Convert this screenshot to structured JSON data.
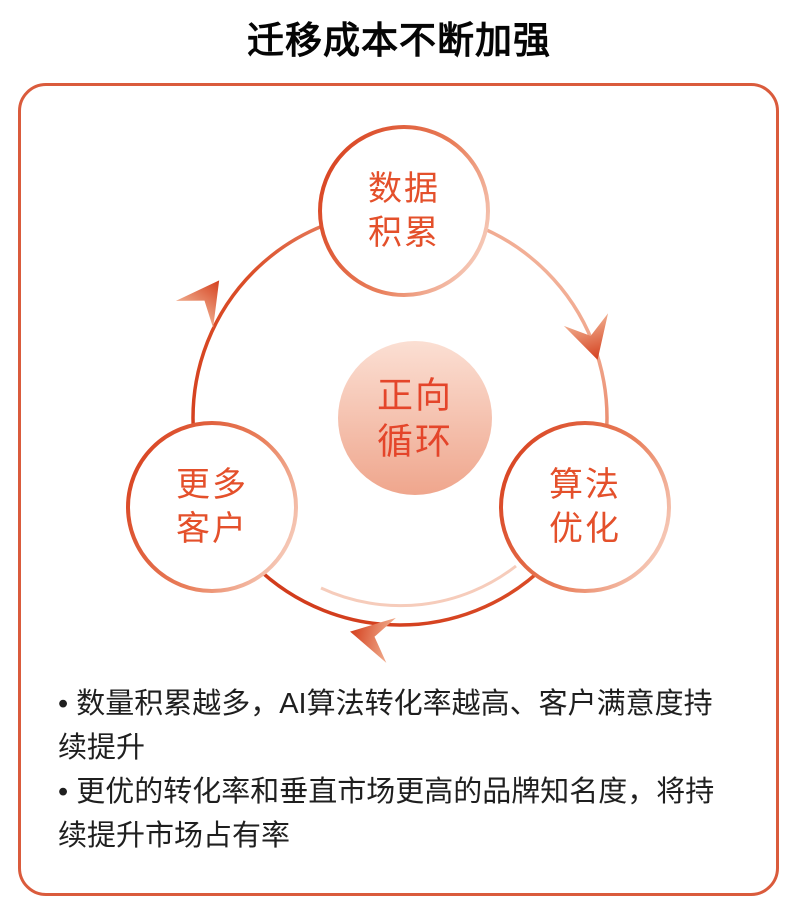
{
  "title": "迁移成本不断加强",
  "card": {
    "diagram": {
      "center": {
        "line1": "正向",
        "line2": "循环"
      },
      "nodes": [
        {
          "line1": "数据",
          "line2": "积累"
        },
        {
          "line1": "算法",
          "line2": "优化"
        },
        {
          "line1": "更多",
          "line2": "客户"
        }
      ]
    },
    "bullets": [
      "• 数量积累越多，AI算法转化率越高、客户满意度持续提升",
      "• 更优的转化率和垂直市场更高的品牌知名度，将持续提升市场占有率"
    ]
  },
  "colors": {
    "accent_border": "#DA5B3C",
    "ring_dark": "#D23C1C",
    "ring_light": "#F7C4AE",
    "node_stroke_dark": "#D8411F",
    "node_stroke_light": "#F6CBBA",
    "node_text": "#E4502B",
    "center_text": "#E4452A",
    "center_fill_top": "#FBDFD3",
    "center_fill_bottom": "#EFA68D",
    "body_text": "#1F1F1F"
  }
}
